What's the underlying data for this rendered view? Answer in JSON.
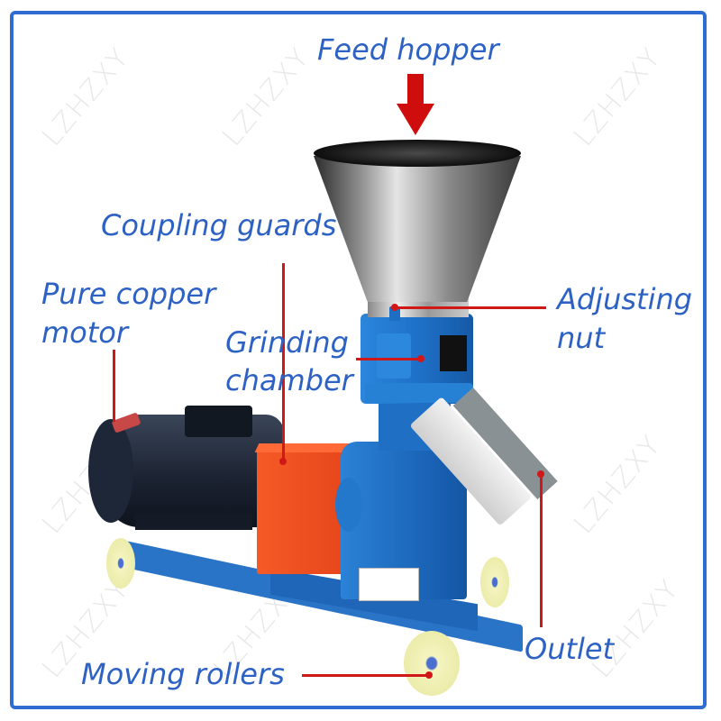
{
  "watermark": "LZHZXY",
  "labels": {
    "feed_hopper": "Feed hopper",
    "coupling_guards": "Coupling guards",
    "pure_copper_motor_line1": "Pure copper",
    "pure_copper_motor_line2": "motor",
    "grinding_chamber_line1": "Grinding",
    "grinding_chamber_line2": "chamber",
    "adjusting_nut_line1": "Adjusting",
    "adjusting_nut_line2": "nut",
    "outlet": "Outlet",
    "moving_rollers": "Moving rollers"
  },
  "colors": {
    "frame": "#2f6bd0",
    "label_text": "#2d62c4",
    "pointer_line": "#d01818",
    "machine_blue": "#1f6fc4",
    "guard_orange": "#f0521e",
    "motor_dark": "#1c2433",
    "wheel": "#f2f2b8"
  }
}
